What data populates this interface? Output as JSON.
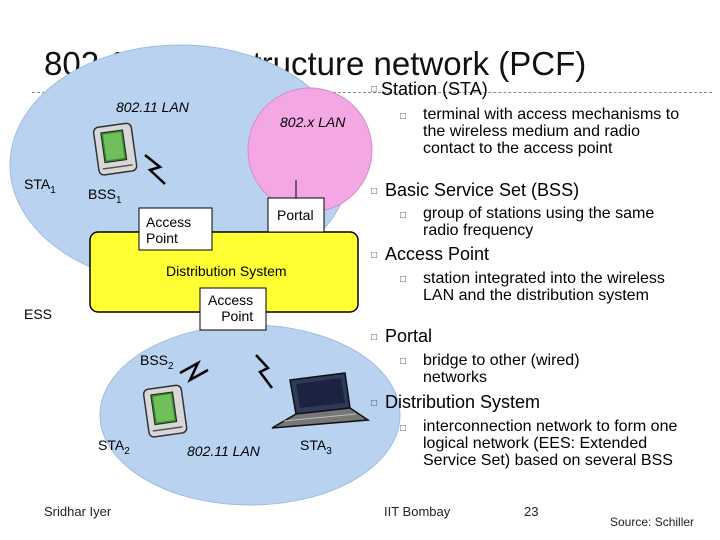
{
  "title": "802.11 - infrastructure network (PCF)",
  "diagram": {
    "lan_top": "802.11 LAN",
    "xlan": "802.x LAN",
    "sta1": "STA",
    "sta1_sub": "1",
    "bss1": "BSS",
    "bss1_sub": "1",
    "ap1": "Access\nPoint",
    "portal": "Portal",
    "distribution_system": "Distribution System",
    "ap2": "Access\nPoint",
    "ess": "ESS",
    "bss2": "BSS",
    "bss2_sub": "2",
    "sta2": "STA",
    "sta2_sub": "2",
    "lan_bottom": "802.11 LAN",
    "sta3": "STA",
    "sta3_sub": "3"
  },
  "bullets": [
    {
      "heading": "Station (STA)",
      "items": [
        "terminal with access mechanisms to the wireless medium and radio contact to the access point"
      ]
    },
    {
      "heading": "Basic Service Set (BSS)",
      "items": [
        "group of stations using the same radio frequency"
      ]
    },
    {
      "heading": "Access Point",
      "items": [
        "station integrated into the wireless LAN and the distribution system"
      ]
    },
    {
      "heading": "Portal",
      "items": [
        "bridge to other (wired) networks"
      ]
    },
    {
      "heading": "Distribution System",
      "items": [
        "interconnection network to form one logical network (EES: Extended Service Set) based on several BSS"
      ]
    }
  ],
  "footer": {
    "author": "Sridhar Iyer",
    "institute": "IIT Bombay",
    "page": "23",
    "source": "Source: Schiller"
  },
  "colors": {
    "bss_fill": "#b9d2f0",
    "bss_inner": "#a9c4ea",
    "xlan_fill": "#f3a8e4",
    "ds_fill": "#ffff33"
  }
}
